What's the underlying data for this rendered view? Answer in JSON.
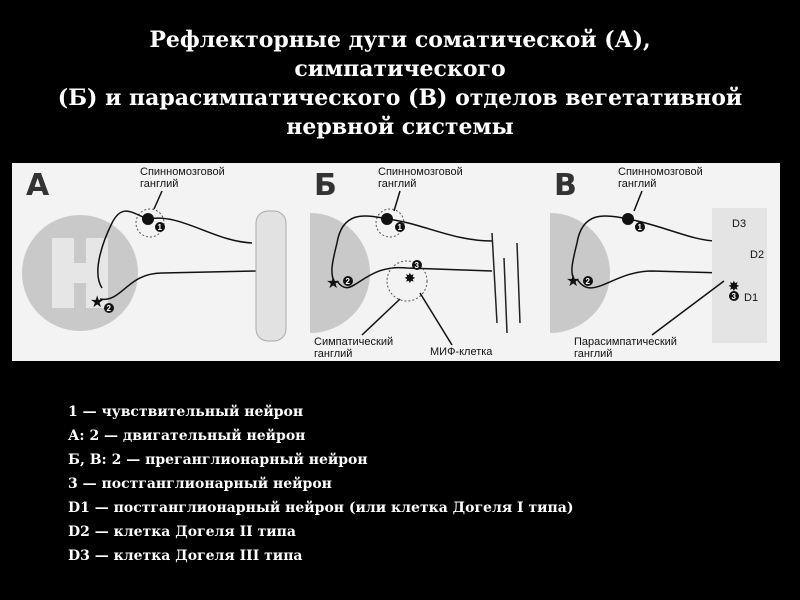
{
  "title": {
    "line1": "Рефлекторные дуги соматической (А), симпатического",
    "line2": "(Б) и парасимпатического (В) отделов вегетативной",
    "line3": "нервной системы"
  },
  "figure": {
    "panels": [
      {
        "letter": "А",
        "ganglion_label_1": "Спинномозговой",
        "ganglion_label_2": "ганглий",
        "n1": "1",
        "n2": "2"
      },
      {
        "letter": "Б",
        "ganglion_label_1": "Спинномозговой",
        "ganglion_label_2": "ганглий",
        "n1": "1",
        "n2": "2",
        "n3": "3",
        "symp_label_1": "Симпатический",
        "symp_label_2": "ганглий",
        "mif_label": "МИФ-клетка"
      },
      {
        "letter": "В",
        "ganglion_label_1": "Спинномозговой",
        "ganglion_label_2": "ганглий",
        "n1": "1",
        "n2": "2",
        "n3": "3",
        "para_label_1": "Парасимпатический",
        "para_label_2": "ганглий",
        "d1": "D1",
        "d2": "D2",
        "d3": "D3"
      }
    ]
  },
  "legend": [
    "1 — чувствительный нейрон",
    "А: 2 — двигательный нейрон",
    "Б, В: 2 — преганглионарный нейрон",
    "3 — постганглионарный нейрон",
    "D1 — постганглионарный нейрон (или клетка Догеля I типа)",
    "D2 — клетка Догеля II типа",
    "D3 — клетка Догеля III типа"
  ]
}
